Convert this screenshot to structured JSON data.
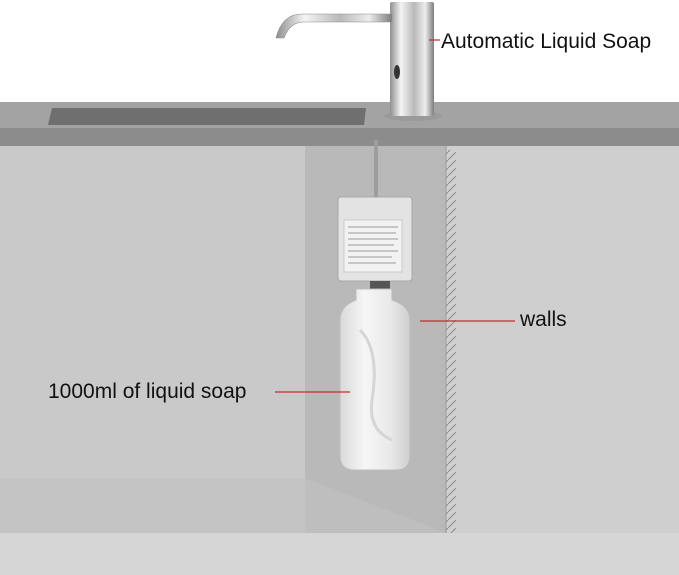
{
  "labels": {
    "dispenser": "Automatic Liquid Soap",
    "walls": "walls",
    "soap_bottle": "1000ml of liquid soap"
  },
  "colors": {
    "countertop": "#9b9b9b",
    "countertop_edge": "#8a8a8a",
    "cabinet_interior": "#c7c7c7",
    "cabinet_recess": "#b8b8b8",
    "chrome": "#cfcfcf",
    "pointer_line": "#cc2a2a",
    "bottle": "#ededed",
    "control_box": "#e4e4e4"
  },
  "icons": [
    "soap-dispenser-faucet-illustration",
    "control-box-illustration",
    "soap-bottle-illustration"
  ]
}
